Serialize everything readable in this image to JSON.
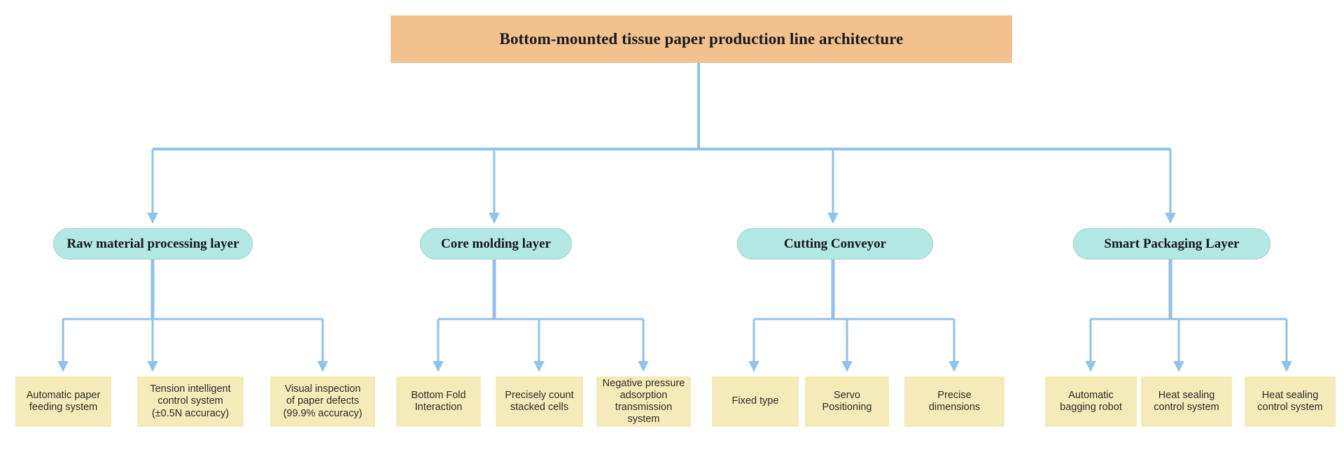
{
  "diagram": {
    "type": "org-tree",
    "orientation": "top-down",
    "colors": {
      "root_fill": "#F3C18E",
      "level2_fill": "#B2E8E3",
      "leaf_fill": "#F5EBB8",
      "connector": "#8FC2F0",
      "background": "#FFFFFF",
      "text": "#1A1A1A"
    },
    "root": {
      "label": "Bottom-mounted tissue paper production line architecture"
    },
    "branches": [
      {
        "label": "Raw material processing layer",
        "leaves": [
          {
            "label": "Automatic paper\nfeeding system"
          },
          {
            "label": "Tension intelligent\ncontrol system\n(±0.5N accuracy)"
          },
          {
            "label": "Visual inspection\nof paper defects\n(99.9% accuracy)"
          }
        ]
      },
      {
        "label": "Core molding layer",
        "leaves": [
          {
            "label": "Bottom Fold\nInteraction"
          },
          {
            "label": "Precisely count\nstacked cells"
          },
          {
            "label": "Negative pressure\nadsorption\ntransmission\nsystem"
          }
        ]
      },
      {
        "label": "Cutting Conveyor",
        "leaves": [
          {
            "label": "Fixed type"
          },
          {
            "label": "Servo\nPositioning"
          },
          {
            "label": "Precise\ndimensions"
          }
        ]
      },
      {
        "label": "Smart Packaging Layer",
        "leaves": [
          {
            "label": "Automatic\nbagging robot"
          },
          {
            "label": "Heat sealing\ncontrol system"
          },
          {
            "label": "Heat sealing\ncontrol system"
          }
        ]
      }
    ]
  }
}
